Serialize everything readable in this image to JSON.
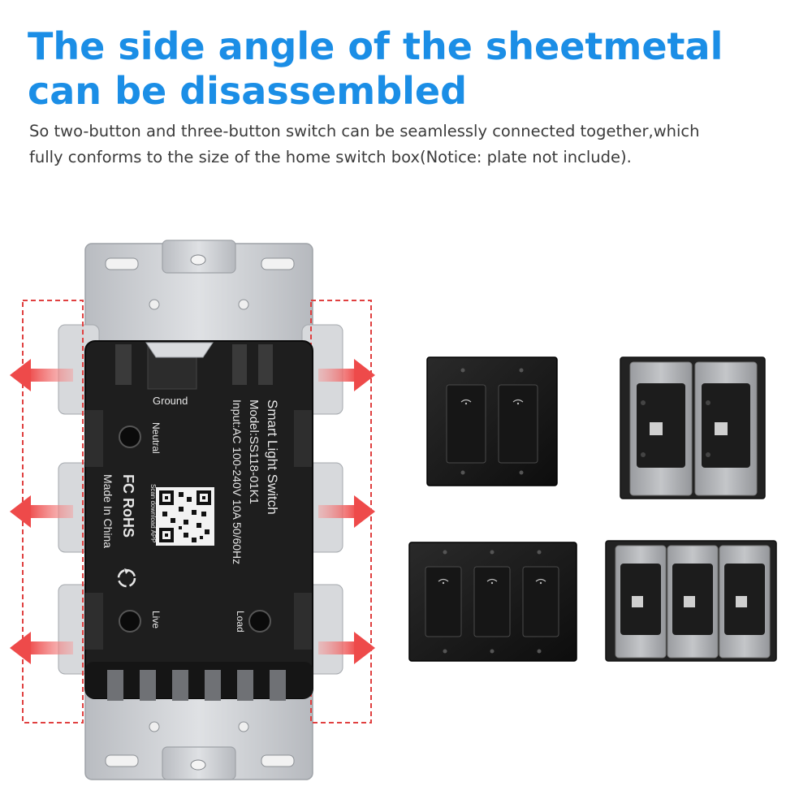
{
  "heading": {
    "line1": "The side angle of the sheetmetal",
    "line2": "can be disassembled"
  },
  "description": {
    "line1": "So two-button and three-button switch can be seamlessly connected together,which",
    "line2": "fully conforms to the size of the home switch box(Notice: plate not include)."
  },
  "switch_labels": {
    "ground": "Ground",
    "neutral": "Neutral",
    "live": "Live",
    "load": "Load",
    "product_name": "Smart Light Switch",
    "model": "Model:SS118-01K1",
    "input": "Input:AC 100-240V 10A 50/60Hz",
    "scan": "Scan download APP",
    "cert": "FC RoHS",
    "origin": "Made In China"
  },
  "colors": {
    "heading": "#1b8ee6",
    "arrow": "#ee4a4a",
    "dashed_box": "#e04040",
    "switch_body": "#1e1e1e",
    "metal": "#c9ccd0"
  },
  "icons": [
    "expand-arrow-icon",
    "wifi-icon",
    "recycle-icon",
    "qr-code-icon"
  ]
}
